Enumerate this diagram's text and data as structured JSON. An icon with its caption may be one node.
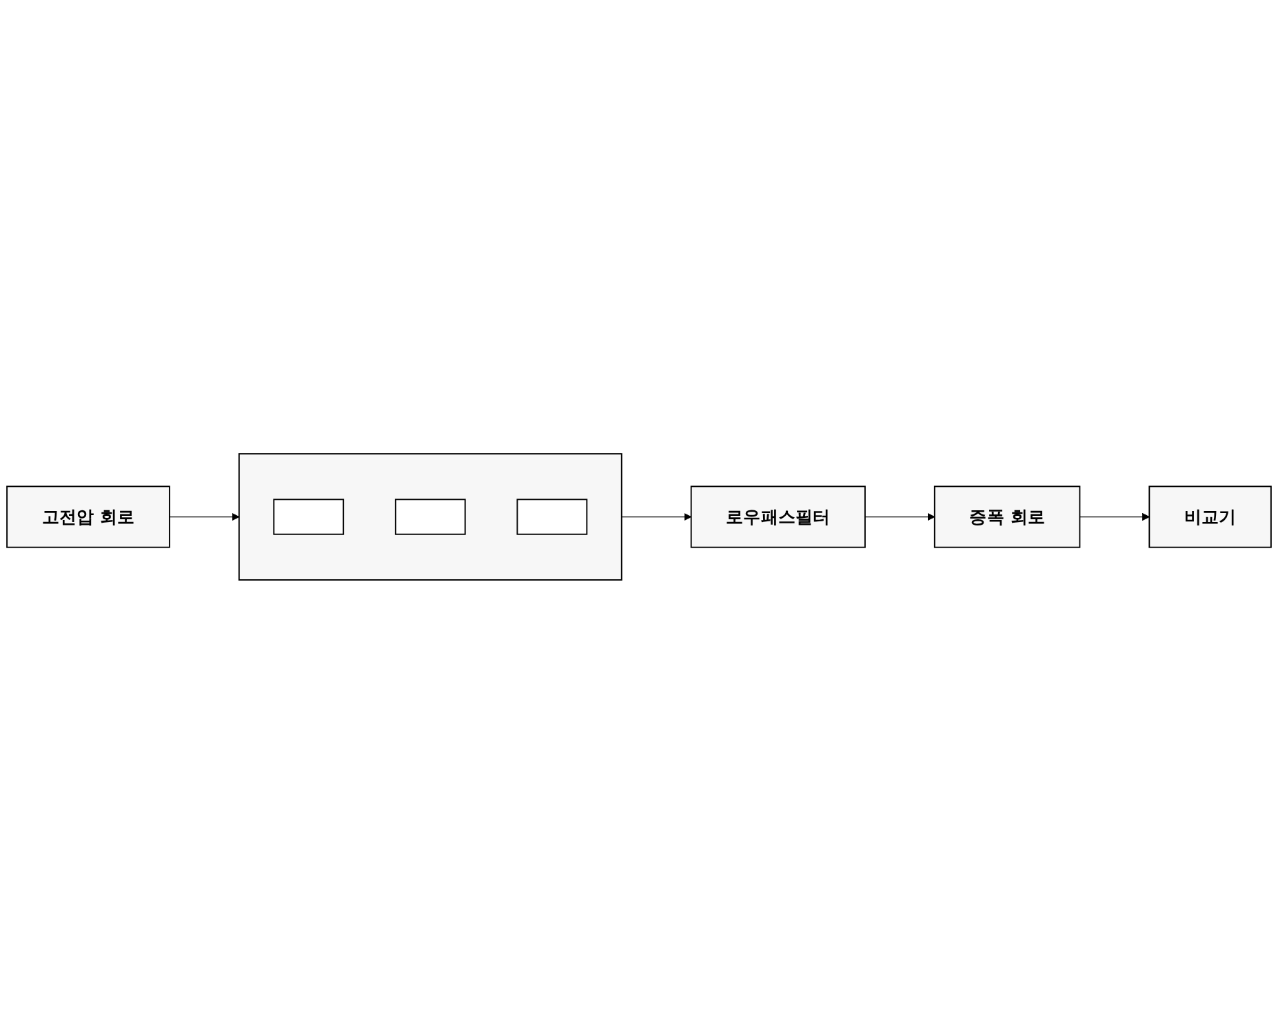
{
  "diagram": {
    "nodes": [
      {
        "text": [],
        "shape": "box"
      },
      {
        "text": [],
        "shape": "box",
        "in": 0
      },
      {
        "text": [],
        "shape": "box",
        "in": 0
      },
      {
        "text": [],
        "shape": "box",
        "in": 0
      },
      {
        "text": [
          "로우패스필터"
        ]
      },
      {
        "text": [
          "증폭 회로"
        ]
      },
      {
        "text": [
          "비교기"
        ]
      },
      {
        "text": [
          "고전압 회로"
        ]
      }
    ],
    "edges": [
      {
        "from": 0,
        "to": 4,
        "arrow": "to"
      },
      {
        "from": 4,
        "to": 5,
        "arrow": "to"
      },
      {
        "from": 5,
        "to": 6,
        "arrow": "to"
      },
      {
        "from": 7,
        "to": 0,
        "arrow": "to"
      }
    ]
  }
}
